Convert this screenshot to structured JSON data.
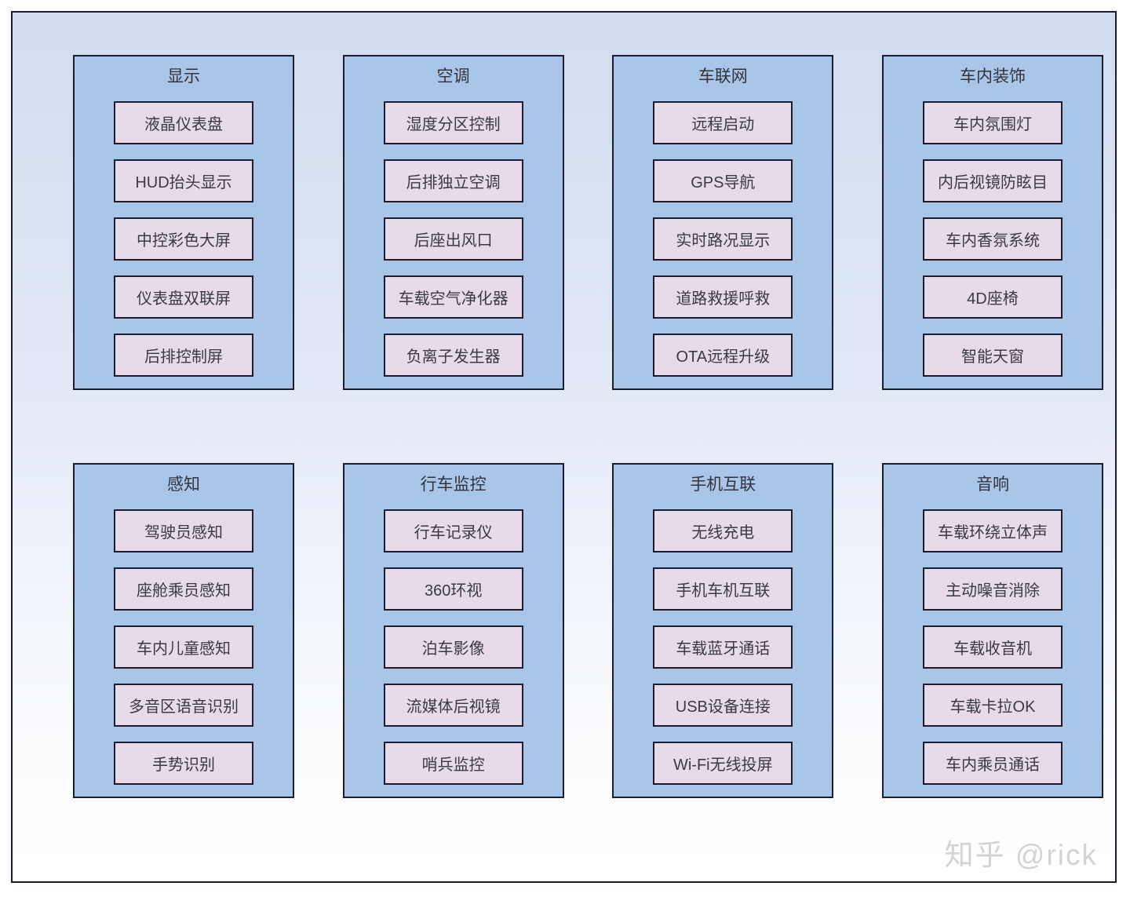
{
  "colors": {
    "border": "#1c1c2e",
    "group_fill": "#a9c6e8",
    "item_fill": "#e8dbe9",
    "bg_top": "#d1ddf0",
    "bg_bottom": "#ffffff",
    "title_text": "#33333d",
    "item_text": "#3a3a44",
    "watermark_text": "#d3d3d3"
  },
  "watermark": "知乎 @rick",
  "groups": [
    {
      "title": "显示",
      "items": [
        "液晶仪表盘",
        "HUD抬头显示",
        "中控彩色大屏",
        "仪表盘双联屏",
        "后排控制屏"
      ]
    },
    {
      "title": "空调",
      "items": [
        "湿度分区控制",
        "后排独立空调",
        "后座出风口",
        "车载空气净化器",
        "负离子发生器"
      ]
    },
    {
      "title": "车联网",
      "items": [
        "远程启动",
        "GPS导航",
        "实时路况显示",
        "道路救援呼救",
        "OTA远程升级"
      ]
    },
    {
      "title": "车内装饰",
      "items": [
        "车内氛围灯",
        "内后视镜防眩目",
        "车内香氛系统",
        "4D座椅",
        "智能天窗"
      ]
    },
    {
      "title": "感知",
      "items": [
        "驾驶员感知",
        "座舱乘员感知",
        "车内儿童感知",
        "多音区语音识别",
        "手势识别"
      ]
    },
    {
      "title": "行车监控",
      "items": [
        "行车记录仪",
        "360环视",
        "泊车影像",
        "流媒体后视镜",
        "哨兵监控"
      ]
    },
    {
      "title": "手机互联",
      "items": [
        "无线充电",
        "手机车机互联",
        "车载蓝牙通话",
        "USB设备连接",
        "Wi-Fi无线投屏"
      ]
    },
    {
      "title": "音响",
      "items": [
        "车载环绕立体声",
        "主动噪音消除",
        "车载收音机",
        "车载卡拉OK",
        "车内乘员通话"
      ]
    }
  ]
}
